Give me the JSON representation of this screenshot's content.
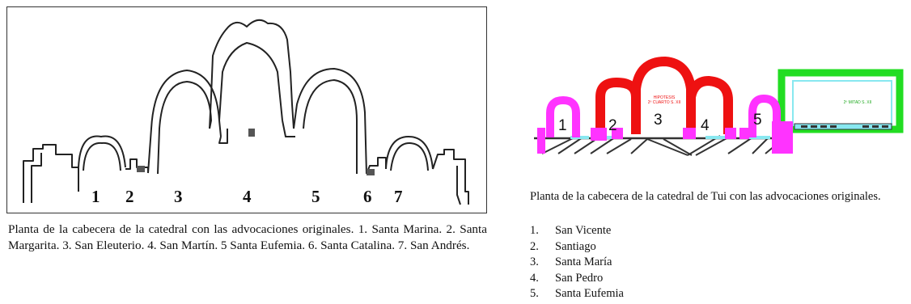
{
  "left_figure": {
    "labels": [
      "1",
      "2",
      "3",
      "4",
      "5",
      "6",
      "7"
    ],
    "caption": "Planta de la cabecera de la catedral con las advocaciones originales. 1. Santa Marina. 2. Santa Margarita. 3. San Eleuterio. 4. San Martín. 5 Santa Eufemia. 6. Santa Catalina. 7. San Andrés."
  },
  "right_figure": {
    "labels": [
      "1",
      "2",
      "3",
      "4",
      "5"
    ],
    "hypothesis_lines": [
      "HIPOTESIS",
      "2º CUARTO S. XII"
    ],
    "green_label": "2º MITAD S. XII",
    "colors": {
      "magenta": "#ff33ff",
      "red": "#ee1111",
      "green": "#22dd22",
      "cyan": "#88e8f0",
      "dark": "#333333"
    },
    "caption": "Planta de la cabecera de la catedral de Tui con las advocaciones originales.",
    "list": [
      {
        "n": "1.",
        "name": "San Vicente"
      },
      {
        "n": "2.",
        "name": "Santiago"
      },
      {
        "n": "3.",
        "name": "Santa María"
      },
      {
        "n": "4.",
        "name": "San Pedro"
      },
      {
        "n": "5.",
        "name": "Santa Eufemia"
      }
    ]
  }
}
